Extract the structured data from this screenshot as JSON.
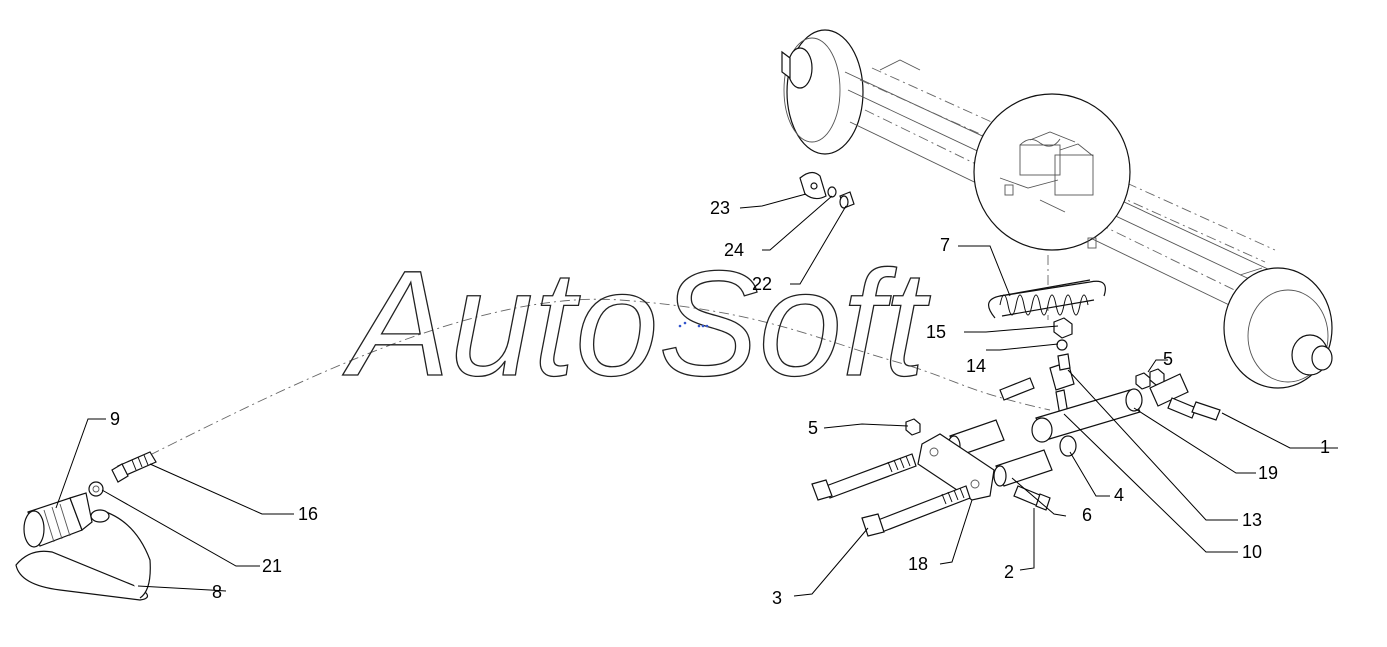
{
  "watermark": "AutoSoft",
  "callouts": {
    "p1": "1",
    "p2": "2",
    "p3": "3",
    "p4": "4",
    "p5a": "5",
    "p5b": "5",
    "p6": "6",
    "p7": "7",
    "p8": "8",
    "p9": "9",
    "p10": "10",
    "p13": "13",
    "p14": "14",
    "p15": "15",
    "p16": "16",
    "p18": "18",
    "p19": "19",
    "p21": "21",
    "p22": "22",
    "p23": "23",
    "p24": "24"
  }
}
